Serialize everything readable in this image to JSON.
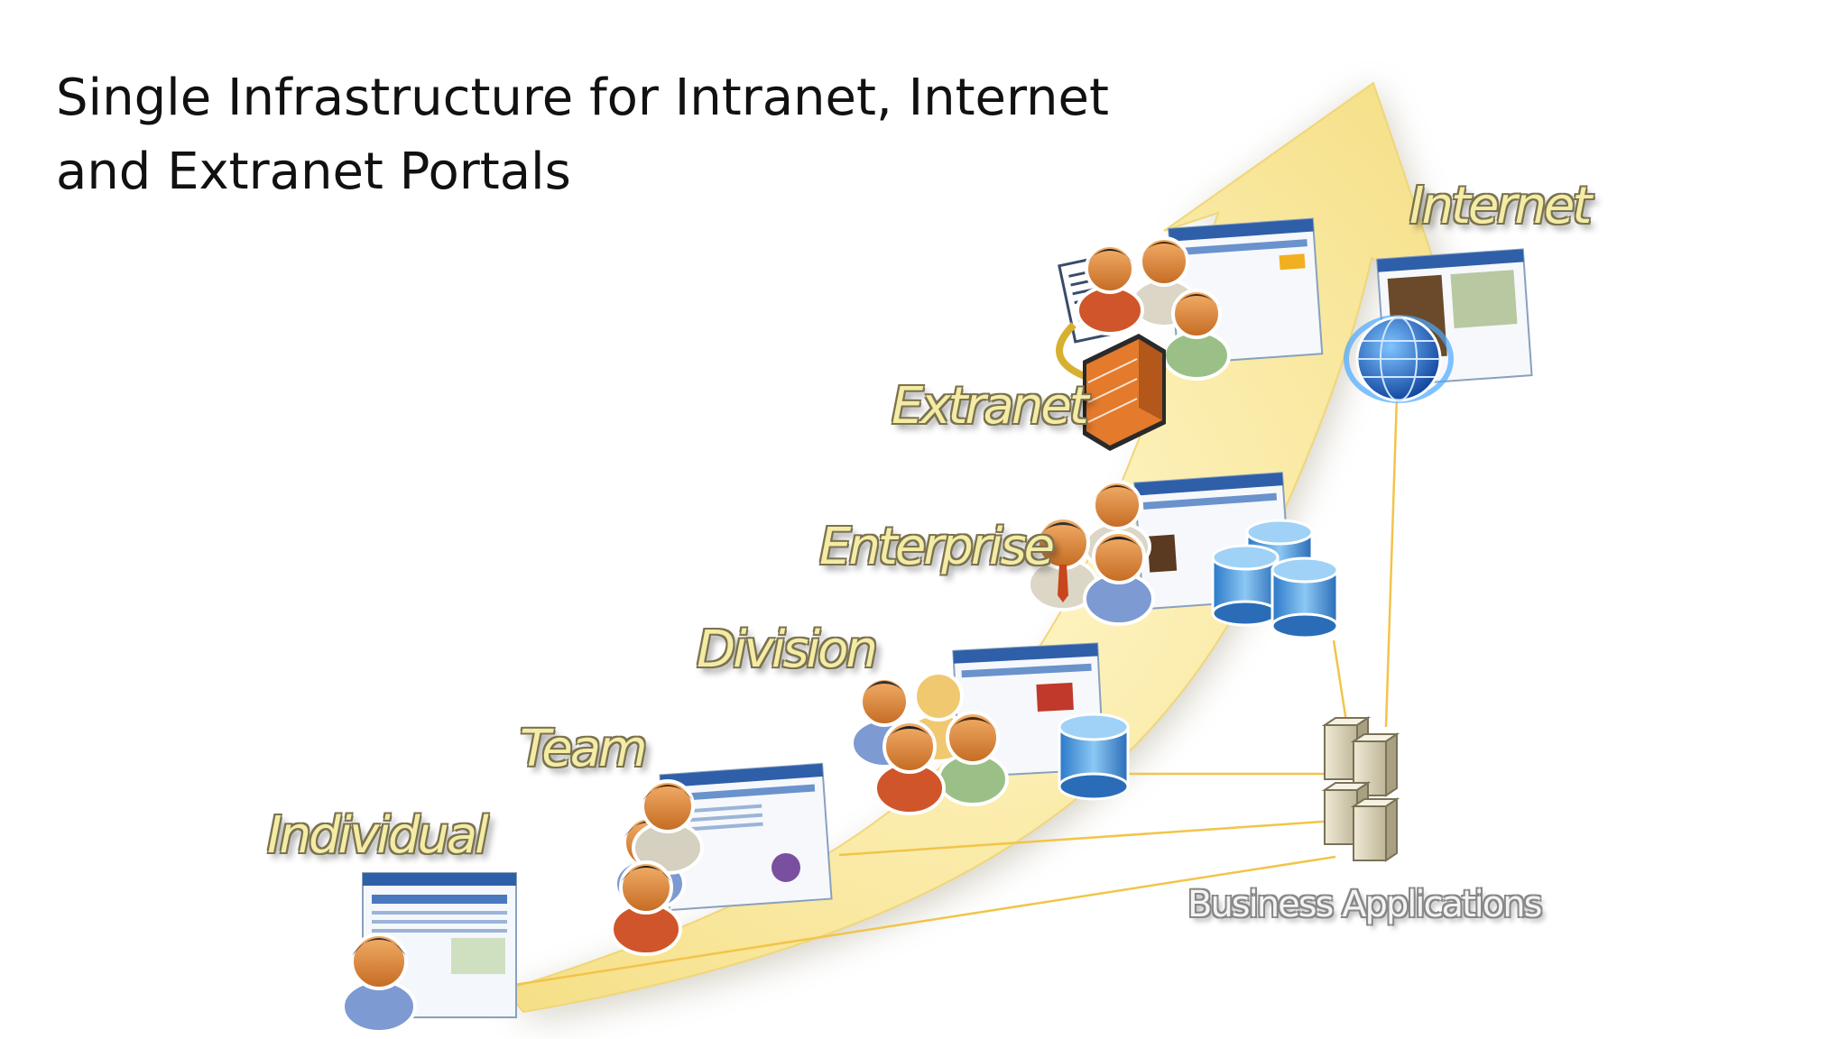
{
  "title": {
    "line1": "Single Infrastructure for Intranet, Internet",
    "line2": "and Extranet Portals"
  },
  "tiers": [
    {
      "label": "Individual"
    },
    {
      "label": "Team"
    },
    {
      "label": "Division"
    },
    {
      "label": "Enterprise"
    },
    {
      "label": "Extranet"
    },
    {
      "label": "Internet"
    }
  ],
  "business_applications": {
    "label": "Business Applications"
  },
  "colors": {
    "arrow_fill": "#f8eaa4",
    "label_text": "#f4eca4",
    "connector_line": "#f2c44a",
    "person_skin": "#e8954a",
    "database_blue": "#3a8ad6",
    "firewall_orange": "#e47a2c"
  },
  "icons": [
    "browser-window-icon",
    "person-icon",
    "database-icon",
    "firewall-icon",
    "document-icon",
    "globe-icon",
    "server-icon"
  ]
}
